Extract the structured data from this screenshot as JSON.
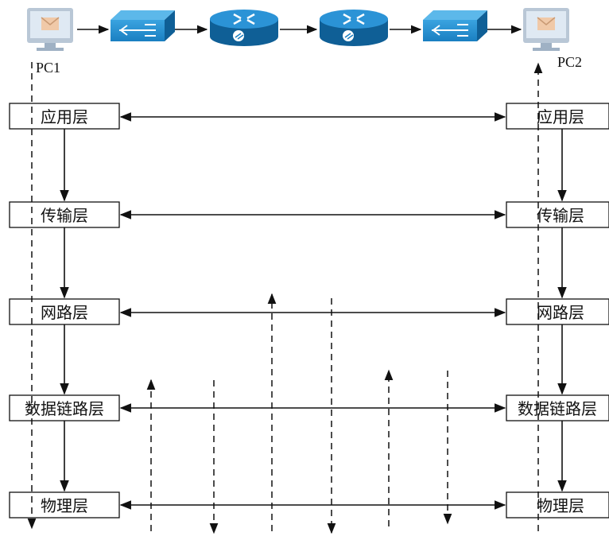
{
  "hosts": {
    "left": "PC1",
    "right": "PC2"
  },
  "devices": [
    "pc-icon",
    "switch-icon",
    "router-icon",
    "router-icon",
    "switch-icon",
    "pc-icon"
  ],
  "layers": [
    "应用层",
    "传输层",
    "网路层",
    "数据链路层",
    "物理层"
  ],
  "colors": {
    "device_blue": "#1a7fc1",
    "device_dark": "#0f5f96",
    "line": "#111111",
    "pc_screen": "#f0c9a8",
    "pc_frame": "#b9c7d6"
  }
}
